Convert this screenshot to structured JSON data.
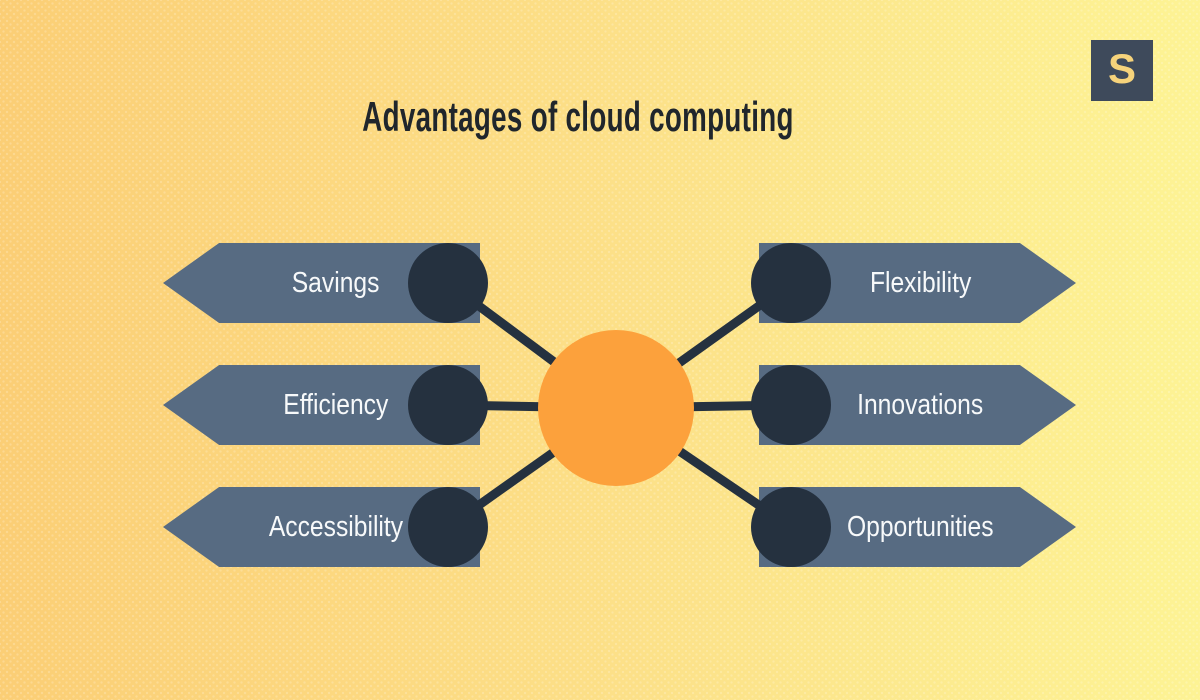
{
  "title": "Advantages of cloud computing",
  "logo": {
    "letter": "S"
  },
  "diagram": {
    "left_items": [
      {
        "label": "Savings"
      },
      {
        "label": "Efficiency"
      },
      {
        "label": "Accessibility"
      }
    ],
    "right_items": [
      {
        "label": "Flexibility"
      },
      {
        "label": "Innovations"
      },
      {
        "label": "Opportunities"
      }
    ]
  },
  "colors": {
    "bg-left": "#fbce75",
    "bg-mid": "#fce088",
    "bg-right": "#fdf394",
    "arrow": "#576b82",
    "ink": "#25313f",
    "accent-orange": "#fca13c",
    "logo-bg": "#3e4a5b",
    "logo-letter": "#f6d37b",
    "title-text": "#20262c",
    "label-text": "#f7f9fa"
  }
}
